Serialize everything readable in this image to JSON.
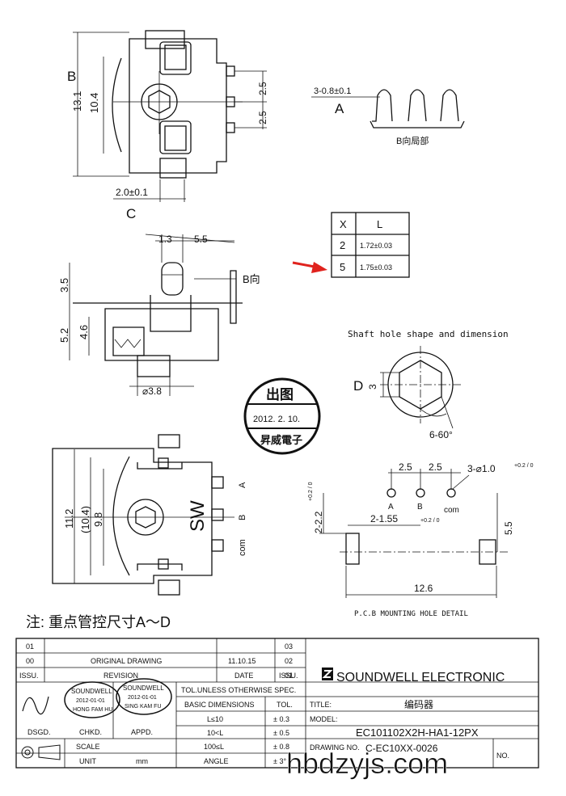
{
  "view_top": {
    "label_B": "B",
    "dim_13_1": "13.1",
    "dim_10_4": "10.4",
    "dim_2_5_a": "2.5",
    "dim_2_5_b": "2.5",
    "dim_2_0": "2.0±0.1",
    "label_C": "C"
  },
  "detail_B": {
    "pin_dim": "3-0.8±0.1",
    "label_A": "A",
    "caption": "B向局部"
  },
  "table_xl": {
    "headers": [
      "X",
      "L"
    ],
    "rows": [
      {
        "x": "2",
        "l": "1.72±0.03"
      },
      {
        "x": "5",
        "l": "1.75±0.03"
      }
    ],
    "highlight_color": "#e0231e"
  },
  "view_side": {
    "dim_1_3": "1.3",
    "dim_5_5": "5.5",
    "label_B_dir": "B向",
    "dim_3_5": "3.5",
    "dim_5_2": "5.2",
    "dim_4_6": "4.6",
    "dim_dia": "⌀3.8"
  },
  "shaft": {
    "title": "Shaft hole shape and dimension",
    "label_D": "D",
    "dim_3": "3",
    "angle": "6-60°"
  },
  "stamp": {
    "top": "出图",
    "date": "2012. 2. 10.",
    "bottom": "昇威電子"
  },
  "view_bottom": {
    "dim_11_2": "11.2",
    "dim_10_4p": "(10.4)",
    "dim_9_8": "9.8",
    "sw": "SW",
    "pin_A": "A",
    "pin_B": "B",
    "pin_com": "com"
  },
  "pcb": {
    "dim_2_5_a": "2.5",
    "dim_2_5_b": "2.5",
    "hole_dim": "3-⌀1.0",
    "hole_tol": "+0.2 / 0",
    "pin_A": "A",
    "pin_B": "B",
    "pin_com": "com",
    "slot_w": "2-2.2",
    "slot_tol": "+0.2 / 0",
    "slot_h": "2-1.55",
    "slot_h_tol": "+0.2 / 0",
    "dim_5_5": "5.5",
    "dim_12_6": "12.6",
    "caption": "P.C.B MOUNTING HOLE DETAIL"
  },
  "note": "注: 重点管控尺寸A～D",
  "title_block": {
    "rev_01": "01",
    "rev_00": "00",
    "original_drawing": "ORIGINAL DRAWING",
    "orig_date": "11.10.15",
    "issu": "ISSU.",
    "revision": "REVISION",
    "date": "DATE",
    "col_issu": "ISSU.",
    "n03": "03",
    "n02": "02",
    "n01": "01",
    "tol_spec": "TOL.UNLESS OTHERWISE SPEC.",
    "basic_dims": "BASIC DIMENSIONS",
    "tol": "TOL.",
    "r1_dim": "L≤10",
    "r1_tol": "± 0.3",
    "r2_dim": "10<L",
    "r2_tol": "± 0.5",
    "r3_dim": "100≤L",
    "r3_tol": "± 0.8",
    "angle": "ANGLE",
    "angle_tol": "± 3°",
    "dsgd": "DSGD.",
    "chkd": "CHKD.",
    "appd": "APPD.",
    "scale": "SCALE",
    "unit": "UNIT",
    "unit_val": "mm",
    "company": "SOUNDWELL  ELECTRONIC",
    "title_lbl": "TITLE:",
    "title_val": "编码器",
    "model_lbl": "MODEL:",
    "model_val": "EC101102X2H-HA1-12PX",
    "drawing_no_lbl": "DRAWING NO.",
    "drawing_no_val": "C-EC10XX-0026",
    "no_lbl": "NO.",
    "stamp1_top": "SOUNDWELL",
    "stamp1_date": "2012-01-01",
    "stamp1_bot": "HONG FAM HU",
    "stamp2_top": "SOUNDWELL",
    "stamp2_date": "2012-01-01",
    "stamp2_bot": "SING KAM FU"
  },
  "watermark": "hbdzyjs.com"
}
